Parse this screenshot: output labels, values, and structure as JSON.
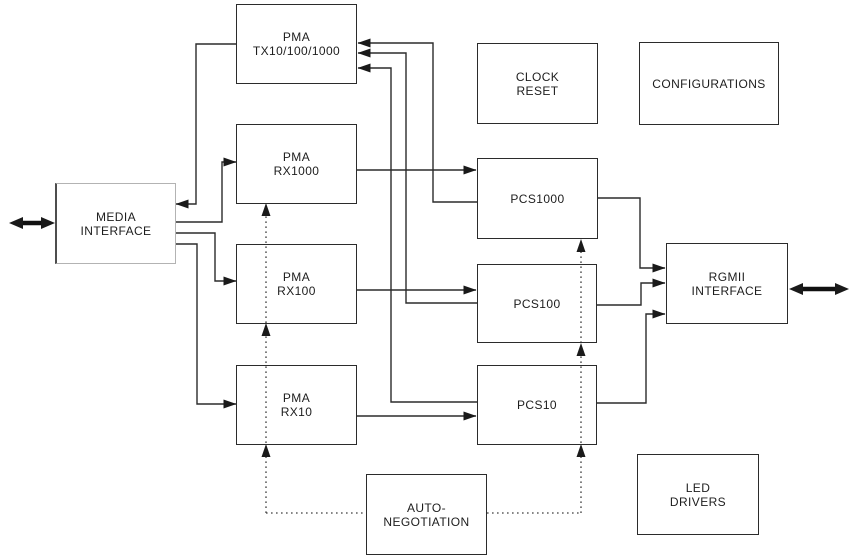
{
  "diagram": {
    "description": "Ethernet PHY functional block diagram",
    "colors": {
      "background": "#ffffff",
      "line": "#2b2b2b",
      "dotted_line": "#3d3d3d",
      "text": "#1d1d1d"
    },
    "nodes": [
      {
        "id": "pma-tx",
        "lines": [
          "PMA",
          "TX10/100/1000"
        ]
      },
      {
        "id": "pma-rx1000",
        "lines": [
          "PMA",
          "RX1000"
        ]
      },
      {
        "id": "pma-rx100",
        "lines": [
          "PMA",
          "RX100"
        ]
      },
      {
        "id": "pma-rx10",
        "lines": [
          "PMA",
          "RX10"
        ]
      },
      {
        "id": "media-interface",
        "lines": [
          "MEDIA",
          "INTERFACE"
        ]
      },
      {
        "id": "clock-reset",
        "lines": [
          "CLOCK",
          "RESET"
        ]
      },
      {
        "id": "configurations",
        "lines": [
          "CONFIGURATIONS"
        ]
      },
      {
        "id": "pcs1000",
        "lines": [
          "PCS1000"
        ]
      },
      {
        "id": "pcs100",
        "lines": [
          "PCS100"
        ]
      },
      {
        "id": "pcs10",
        "lines": [
          "PCS10"
        ]
      },
      {
        "id": "rgmii-interface",
        "lines": [
          "RGMII",
          "INTERFACE"
        ]
      },
      {
        "id": "led-drivers",
        "lines": [
          "LED",
          "DRIVERS"
        ]
      },
      {
        "id": "auto-negotiation",
        "lines": [
          "AUTO-",
          "NEGOTIATION"
        ]
      }
    ],
    "edges": [
      {
        "from": "PMA TX10/100/1000",
        "to": "MEDIA INTERFACE",
        "style": "solid-arrow"
      },
      {
        "from": "MEDIA INTERFACE",
        "to": "PMA RX1000",
        "style": "solid-arrow"
      },
      {
        "from": "MEDIA INTERFACE",
        "to": "PMA RX100",
        "style": "solid-arrow"
      },
      {
        "from": "MEDIA INTERFACE",
        "to": "PMA RX10",
        "style": "solid-arrow"
      },
      {
        "from": "PMA RX1000",
        "to": "PCS1000",
        "style": "solid-arrow"
      },
      {
        "from": "PMA RX100",
        "to": "PCS100",
        "style": "solid-arrow"
      },
      {
        "from": "PMA RX10",
        "to": "PCS10",
        "style": "solid-arrow"
      },
      {
        "from": "PCS1000",
        "to": "PMA TX10/100/1000",
        "style": "solid-arrow"
      },
      {
        "from": "PCS100",
        "to": "PMA TX10/100/1000",
        "style": "solid-arrow"
      },
      {
        "from": "PCS10",
        "to": "PMA TX10/100/1000",
        "style": "solid-arrow"
      },
      {
        "from": "PCS1000",
        "to": "RGMII INTERFACE",
        "style": "solid-arrow"
      },
      {
        "from": "PCS100",
        "to": "RGMII INTERFACE",
        "style": "solid-arrow"
      },
      {
        "from": "PCS10",
        "to": "RGMII INTERFACE",
        "style": "solid-arrow"
      },
      {
        "from": "AUTO-NEGOTIATION",
        "to": "PMA RX1000",
        "style": "dotted-arrow"
      },
      {
        "from": "AUTO-NEGOTIATION",
        "to": "PMA RX100",
        "style": "dotted-arrow"
      },
      {
        "from": "AUTO-NEGOTIATION",
        "to": "PMA RX10",
        "style": "dotted-arrow"
      },
      {
        "from": "AUTO-NEGOTIATION",
        "to": "PCS1000",
        "style": "dotted-arrow"
      },
      {
        "from": "AUTO-NEGOTIATION",
        "to": "PCS100",
        "style": "dotted-arrow"
      },
      {
        "from": "AUTO-NEGOTIATION",
        "to": "PCS10",
        "style": "dotted-arrow"
      }
    ],
    "external_ports": [
      {
        "at": "MEDIA INTERFACE",
        "side": "left",
        "type": "bidirectional-arrow"
      },
      {
        "at": "RGMII INTERFACE",
        "side": "right",
        "type": "bidirectional-arrow"
      }
    ]
  }
}
